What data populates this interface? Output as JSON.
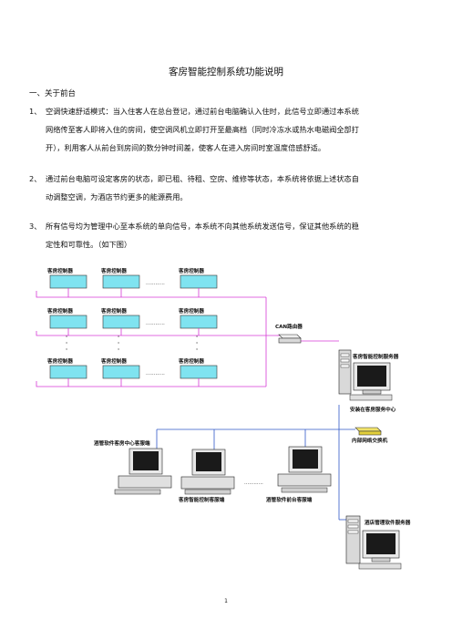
{
  "document": {
    "title": "客房智能控制系统功能说明",
    "section_heading": "一、关于前台",
    "items": [
      {
        "number": "1、",
        "lines": [
          "空调快速舒适模式：当入住客人在总台登记，通过前台电脑确认入住时，此信号立即通过本系统",
          "网络传至客人即将入住的房间，使空调风机立即打开至最高档（同时冷冻水或热水电磁阀全部打",
          "开），利用客人从前台到房间的数分钟时间差，使客人在进入房间时室温度倍感舒适。"
        ]
      },
      {
        "number": "2、",
        "lines": [
          "通过前台电脑可设定客房的状态，即已租、待租、空房、维修等状态，本系统将依据上述状态自",
          "动调整空调，为酒店节约更多的能源费用。"
        ]
      },
      {
        "number": "3、",
        "lines": [
          "所有信号均为管理中心至本系统的单向信号，本系统不向其他系统发送信号，保证其他系统的稳",
          "定性和可靠性。（如下图）"
        ]
      }
    ],
    "page_number": "1"
  },
  "diagram": {
    "controller_label": "客房控制器",
    "router_label": "CAN路由器",
    "server_label": "客房智能控制服务器",
    "service_center_label": "安装在客房服务中心",
    "switch_label": "内部网络交换机",
    "housekeeping_client_label": "酒管软件客房中心客服端",
    "smart_client_label": "客房智能控制客服端",
    "front_desk_client_label": "酒管软件前台客服端",
    "hotel_server_label": "酒店管理软件服务器",
    "bus_color": "#d63ad6",
    "net_color": "#2f58c8",
    "box_fill": "#7fe3f0"
  }
}
